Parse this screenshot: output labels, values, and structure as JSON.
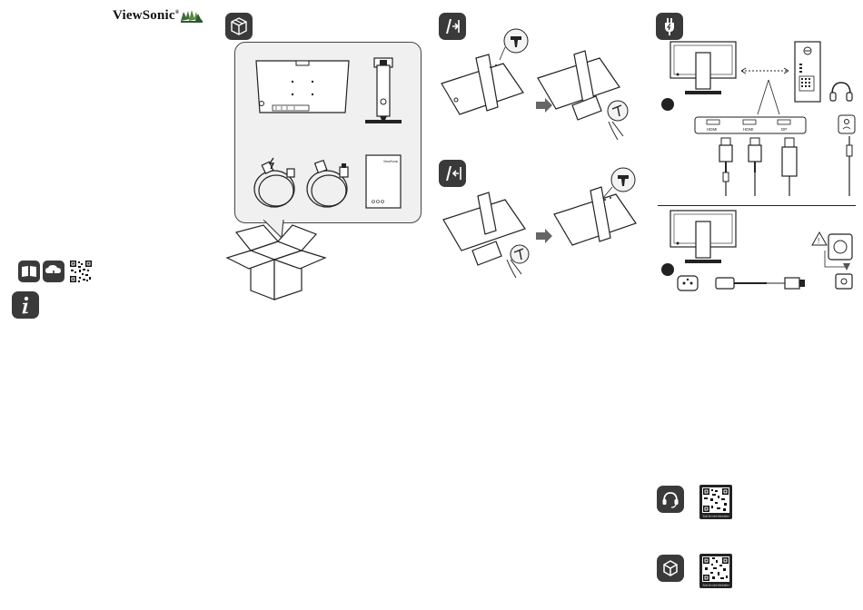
{
  "brand": {
    "name": "ViewSonic",
    "reg": "®"
  },
  "package": {
    "guide_brand": "ViewSonic"
  },
  "ports": {
    "labels": [
      "HDMI",
      "HDMI",
      "DP"
    ]
  },
  "qr": {
    "support_caption": "Scan for more information",
    "product_caption": "Scan for more information"
  },
  "colors": {
    "badge": "#3a3a3a",
    "line": "#222222",
    "bubble_fill": "#f0f0f0"
  },
  "icons": {
    "package": "box-icon",
    "stand_attach": "tool-attach-icon",
    "stand_detach": "tool-detach-icon",
    "connect": "power-plug-icon",
    "info": "info-icon",
    "support": "headset-icon",
    "product": "product-box-icon"
  }
}
